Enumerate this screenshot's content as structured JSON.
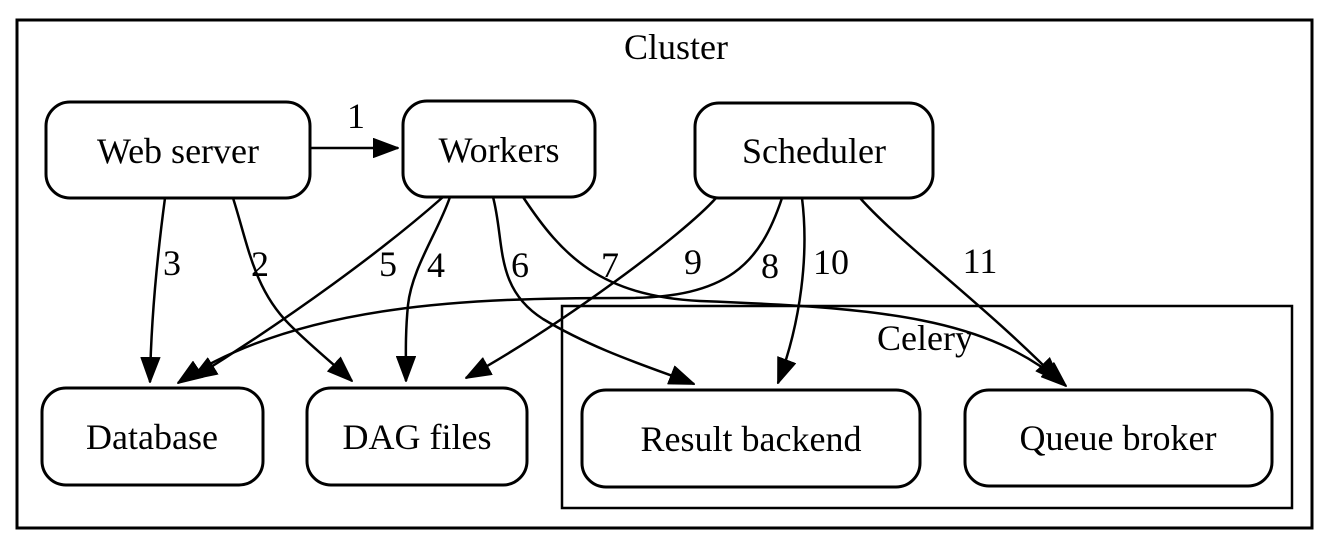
{
  "diagram": {
    "type": "architecture-graph",
    "groups": {
      "cluster": {
        "label": "Cluster"
      },
      "celery": {
        "label": "Celery"
      }
    },
    "nodes": {
      "web_server": {
        "label": "Web server"
      },
      "workers": {
        "label": "Workers"
      },
      "scheduler": {
        "label": "Scheduler"
      },
      "database": {
        "label": "Database"
      },
      "dag_files": {
        "label": "DAG files"
      },
      "result_backend": {
        "label": "Result backend"
      },
      "queue_broker": {
        "label": "Queue broker"
      }
    },
    "edges": {
      "e1": {
        "label": "1",
        "from": "Web server",
        "to": "Workers"
      },
      "e2": {
        "label": "2",
        "from": "Web server",
        "to": "DAG files"
      },
      "e3": {
        "label": "3",
        "from": "Web server",
        "to": "Database"
      },
      "e4": {
        "label": "4",
        "from": "Workers",
        "to": "DAG files"
      },
      "e5": {
        "label": "5",
        "from": "Workers",
        "to": "Database"
      },
      "e6": {
        "label": "6",
        "from": "Workers",
        "to": "Result backend"
      },
      "e7": {
        "label": "7",
        "from": "Workers",
        "to": "Queue broker"
      },
      "e8": {
        "label": "8",
        "from": "Scheduler",
        "to": "Database"
      },
      "e9": {
        "label": "9",
        "from": "Scheduler",
        "to": "DAG files"
      },
      "e10": {
        "label": "10",
        "from": "Scheduler",
        "to": "Result backend"
      },
      "e11": {
        "label": "11",
        "from": "Scheduler",
        "to": "Queue broker"
      }
    },
    "colors": {
      "stroke": "#000000",
      "background": "#ffffff"
    }
  }
}
